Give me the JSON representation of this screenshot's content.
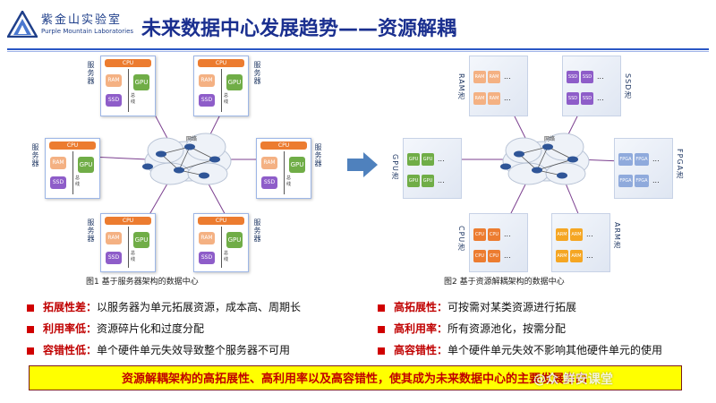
{
  "header": {
    "logo_cn": "紫金山实验室",
    "logo_en": "Purple Mountain Laboratories",
    "title": "未来数据中心发展趋势——资源解耦"
  },
  "fig1": {
    "server_label": "服务器",
    "cpu": "CPU",
    "ram": "RAM",
    "gpu": "GPU",
    "ssd": "SSD",
    "bus": "总线",
    "network": "网络",
    "caption": "图1 基于服务器架构的数据中心"
  },
  "fig2": {
    "network": "网络",
    "caption": "图2 基于资源解耦架构的数据中心",
    "pools": {
      "ram": {
        "label": "RAM池",
        "chip": "RAM",
        "color": "#f4b183"
      },
      "ssd": {
        "label": "SSD池",
        "chip": "SSD",
        "color": "#8e5dc9"
      },
      "gpu": {
        "label": "GPU池",
        "chip": "GPU",
        "color": "#70ad47"
      },
      "fpga": {
        "label": "FPGA池",
        "chip": "FPGA",
        "color": "#8faadc"
      },
      "cpu": {
        "label": "CPU池",
        "chip": "CPU",
        "color": "#ec7c30"
      },
      "arm": {
        "label": "ARM池",
        "chip": "ARM",
        "color": "#f5a623"
      }
    },
    "dots": "..."
  },
  "left_points": [
    {
      "key": "拓展性差：",
      "text": "以服务器为单元拓展资源，成本高、周期长"
    },
    {
      "key": "利用率低：",
      "text": "资源碎片化和过度分配"
    },
    {
      "key": "容错性低：",
      "text": "单个硬件单元失效导致整个服务器不可用"
    }
  ],
  "right_points": [
    {
      "key": "高拓展性：",
      "text": "可按需对某类资源进行拓展"
    },
    {
      "key": "高利用率：",
      "text": "所有资源池化，按需分配"
    },
    {
      "key": "高容错性：",
      "text": "单个硬件单元失效不影响其他硬件单元的使用"
    }
  ],
  "banner": "资源解耦架构的高拓展性、高利用率以及高容错性，使其成为未来数据中心的主要发展方向",
  "watermark": "@众 鲜安课堂",
  "colors": {
    "title": "#1a2f8f",
    "accent_red": "#c00000",
    "banner_bg": "#ffff00"
  }
}
